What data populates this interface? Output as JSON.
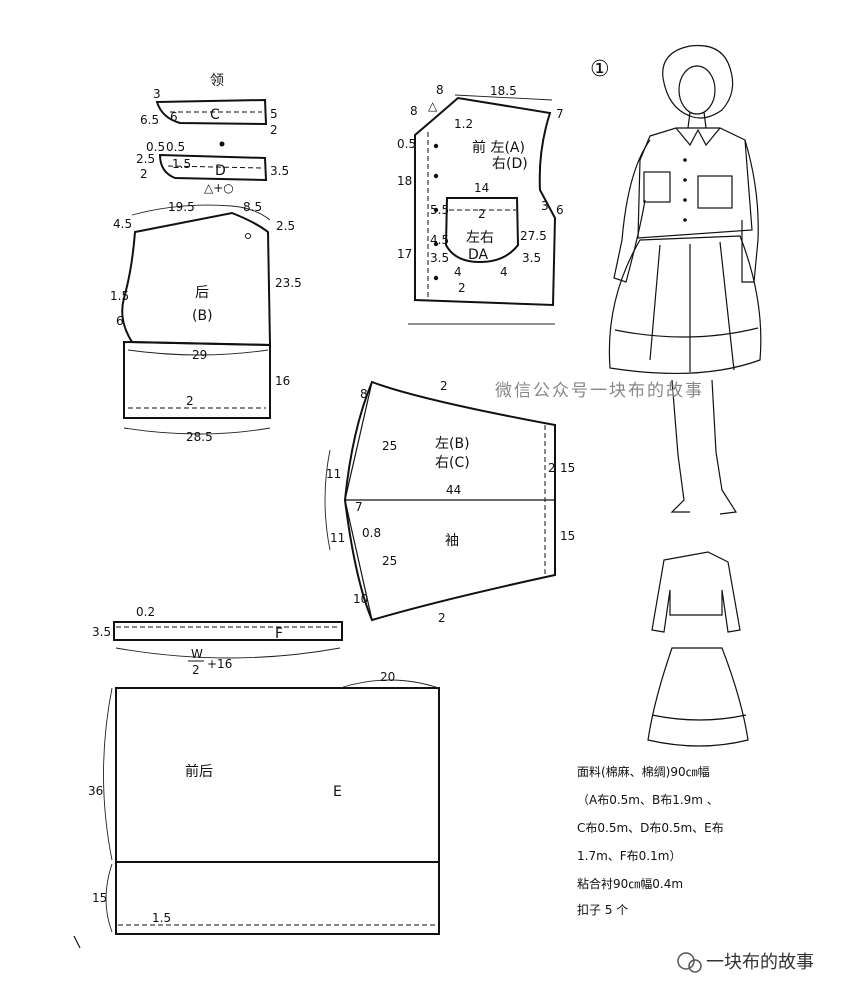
{
  "figure_number": "①",
  "collar": {
    "title": "领",
    "upper": {
      "label": "C",
      "dims": [
        "3",
        "6.5",
        "6",
        "5",
        "2"
      ]
    },
    "lower": {
      "label": "D",
      "dims": [
        "0.5",
        "0.5",
        "2.5",
        "1.5",
        "2",
        "3.5"
      ],
      "mark": "△+○"
    }
  },
  "back": {
    "label": "后",
    "piece": "(B)",
    "dims": [
      "4.5",
      "19.5",
      "8.5",
      "2.5",
      "23.5",
      "1.5",
      "6",
      "29",
      "16",
      "2",
      "28.5"
    ]
  },
  "front": {
    "label_1": "前 左(A)",
    "label_2": "右(D)",
    "dims": [
      "8",
      "18.5",
      "8",
      "△",
      "1.2",
      "7",
      "0.5",
      "18",
      "5.5",
      "4.5",
      "17",
      "2",
      "3",
      "6"
    ]
  },
  "pocket": {
    "top_label": "左右",
    "bottom_label": "DA",
    "dims": [
      "14",
      "2",
      "27.5",
      "3.5",
      "3.5",
      "4",
      "4"
    ]
  },
  "sleeve": {
    "label_1": "左(B)",
    "label_2": "右(C)",
    "bottom_label": "袖",
    "dims": [
      "2",
      "8",
      "25",
      "11",
      "7",
      "0.8",
      "44",
      "2",
      "15",
      "11",
      "25",
      "10",
      "15",
      "2"
    ]
  },
  "band": {
    "label": "F",
    "dims": [
      "0.2",
      "3.5"
    ],
    "formula_top": "W",
    "formula_bottom": "2",
    "formula_suffix": "+16"
  },
  "skirt": {
    "label": "前后",
    "piece": "E",
    "dims": [
      "20",
      "36",
      "15",
      "1.5"
    ]
  },
  "materials": {
    "line1": "面料(棉麻、棉绸)90㎝幅",
    "line2": "（A布0.5m、B布1.9m 、",
    "line3": "C布0.5m、D布0.5m、E布",
    "line4": "1.7m、F布0.1m）",
    "line5": "粘合衬90㎝幅0.4m",
    "line6": "扣子 5 个"
  },
  "watermark_center": "微信公众号一块布的故事",
  "watermark_bottom": "一块布的故事"
}
